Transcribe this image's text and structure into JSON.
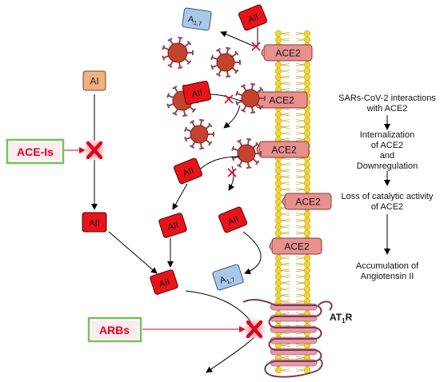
{
  "labels": {
    "ai": "AI",
    "aii": "AII",
    "a17_main": "A",
    "a17_sub": "1,7",
    "ace2": "ACE2",
    "ace_is": "ACE-Is",
    "arbs": "ARBs",
    "at1r_main": "AT",
    "at1r_sub": "1",
    "at1r_tail": "R"
  },
  "flow": {
    "step1_line1": "SARs-CoV-2 interactions",
    "step1_line2": "with ACE2",
    "step2_line1": "Internalization",
    "step2_line2": "of ACE2",
    "step2_line3": "and",
    "step2_line4": "Downregulation",
    "step3_line1": "Loss of catalytic activity",
    "step3_line2": "of ACE2",
    "step4_line1": "Accumulation of",
    "step4_line2": "Angiotensin II"
  },
  "colors": {
    "aii_fill": "#e8141b",
    "ai_fill": "#f2b07d",
    "a17_fill": "#a9c8ea",
    "ace2_fill": "#e8908d",
    "virus_body": "#c5422e",
    "spike": "#8a4a55",
    "lipid_head": "#f2d531",
    "inhibitor_x": "#e3001b",
    "drug_border": "#74c25a",
    "drug_text": "#e3001b",
    "at1r_strand": "#7a3a50",
    "at1r_band": "#e79aa4"
  }
}
